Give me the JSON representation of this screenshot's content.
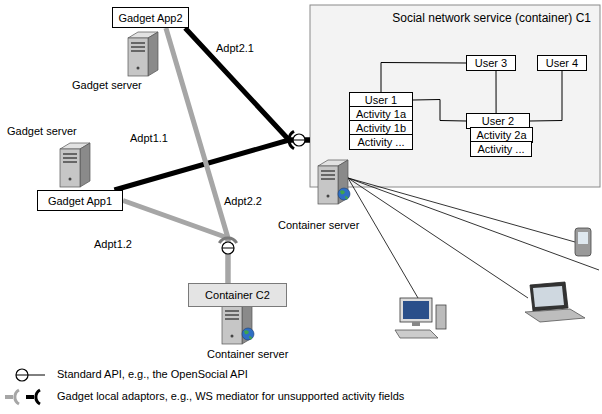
{
  "diagram": {
    "nodes": [
      {
        "text": [
          "Gadget App2"
        ]
      },
      {
        "text": [
          "Social network service (container) C1"
        ]
      },
      {
        "text": [
          "User 3"
        ],
        "in": 1
      },
      {
        "text": [
          "User 4"
        ],
        "in": 1
      },
      {
        "text": [
          "User 1"
        ],
        "in": 1
      },
      {
        "text": [
          "Activity 1a"
        ],
        "in": 1
      },
      {
        "text": [
          "Activity 1b"
        ],
        "in": 1
      },
      {
        "text": [
          "Activity ..."
        ],
        "in": 1
      },
      {
        "text": [
          "User 2"
        ],
        "in": 1
      },
      {
        "text": [
          "Activity 2a"
        ],
        "in": 1
      },
      {
        "text": [
          "Activity ..."
        ],
        "in": 1
      },
      {
        "text": [
          "Gadget App1"
        ]
      },
      {
        "text": [
          "Container C2"
        ]
      }
    ],
    "edges": [
      {
        "from": 0,
        "to": 1,
        "label": "Adpt2.1",
        "arrow": "none"
      },
      {
        "from": 11,
        "to": 1,
        "label": "Adpt1.1",
        "arrow": "none"
      },
      {
        "from": 0,
        "to": 12,
        "label": "Adpt2.2",
        "arrow": "none"
      },
      {
        "from": 11,
        "to": 12,
        "label": "Adpt1.2",
        "arrow": "none"
      },
      {
        "from": 4,
        "to": 2,
        "arrow": "none"
      },
      {
        "from": 2,
        "to": 8,
        "arrow": "none"
      },
      {
        "from": 4,
        "to": 8,
        "arrow": "none"
      },
      {
        "from": 8,
        "to": 3,
        "arrow": "none"
      }
    ],
    "labels": [
      "Gadget server",
      "Gadget server",
      "Container server",
      "Container server"
    ],
    "legend": [
      {
        "text": "Standard API, e.g., the OpenSocial API"
      },
      {
        "text": "Gadget local adaptors, e.g., WS mediator for unsupported activity fields"
      }
    ]
  }
}
